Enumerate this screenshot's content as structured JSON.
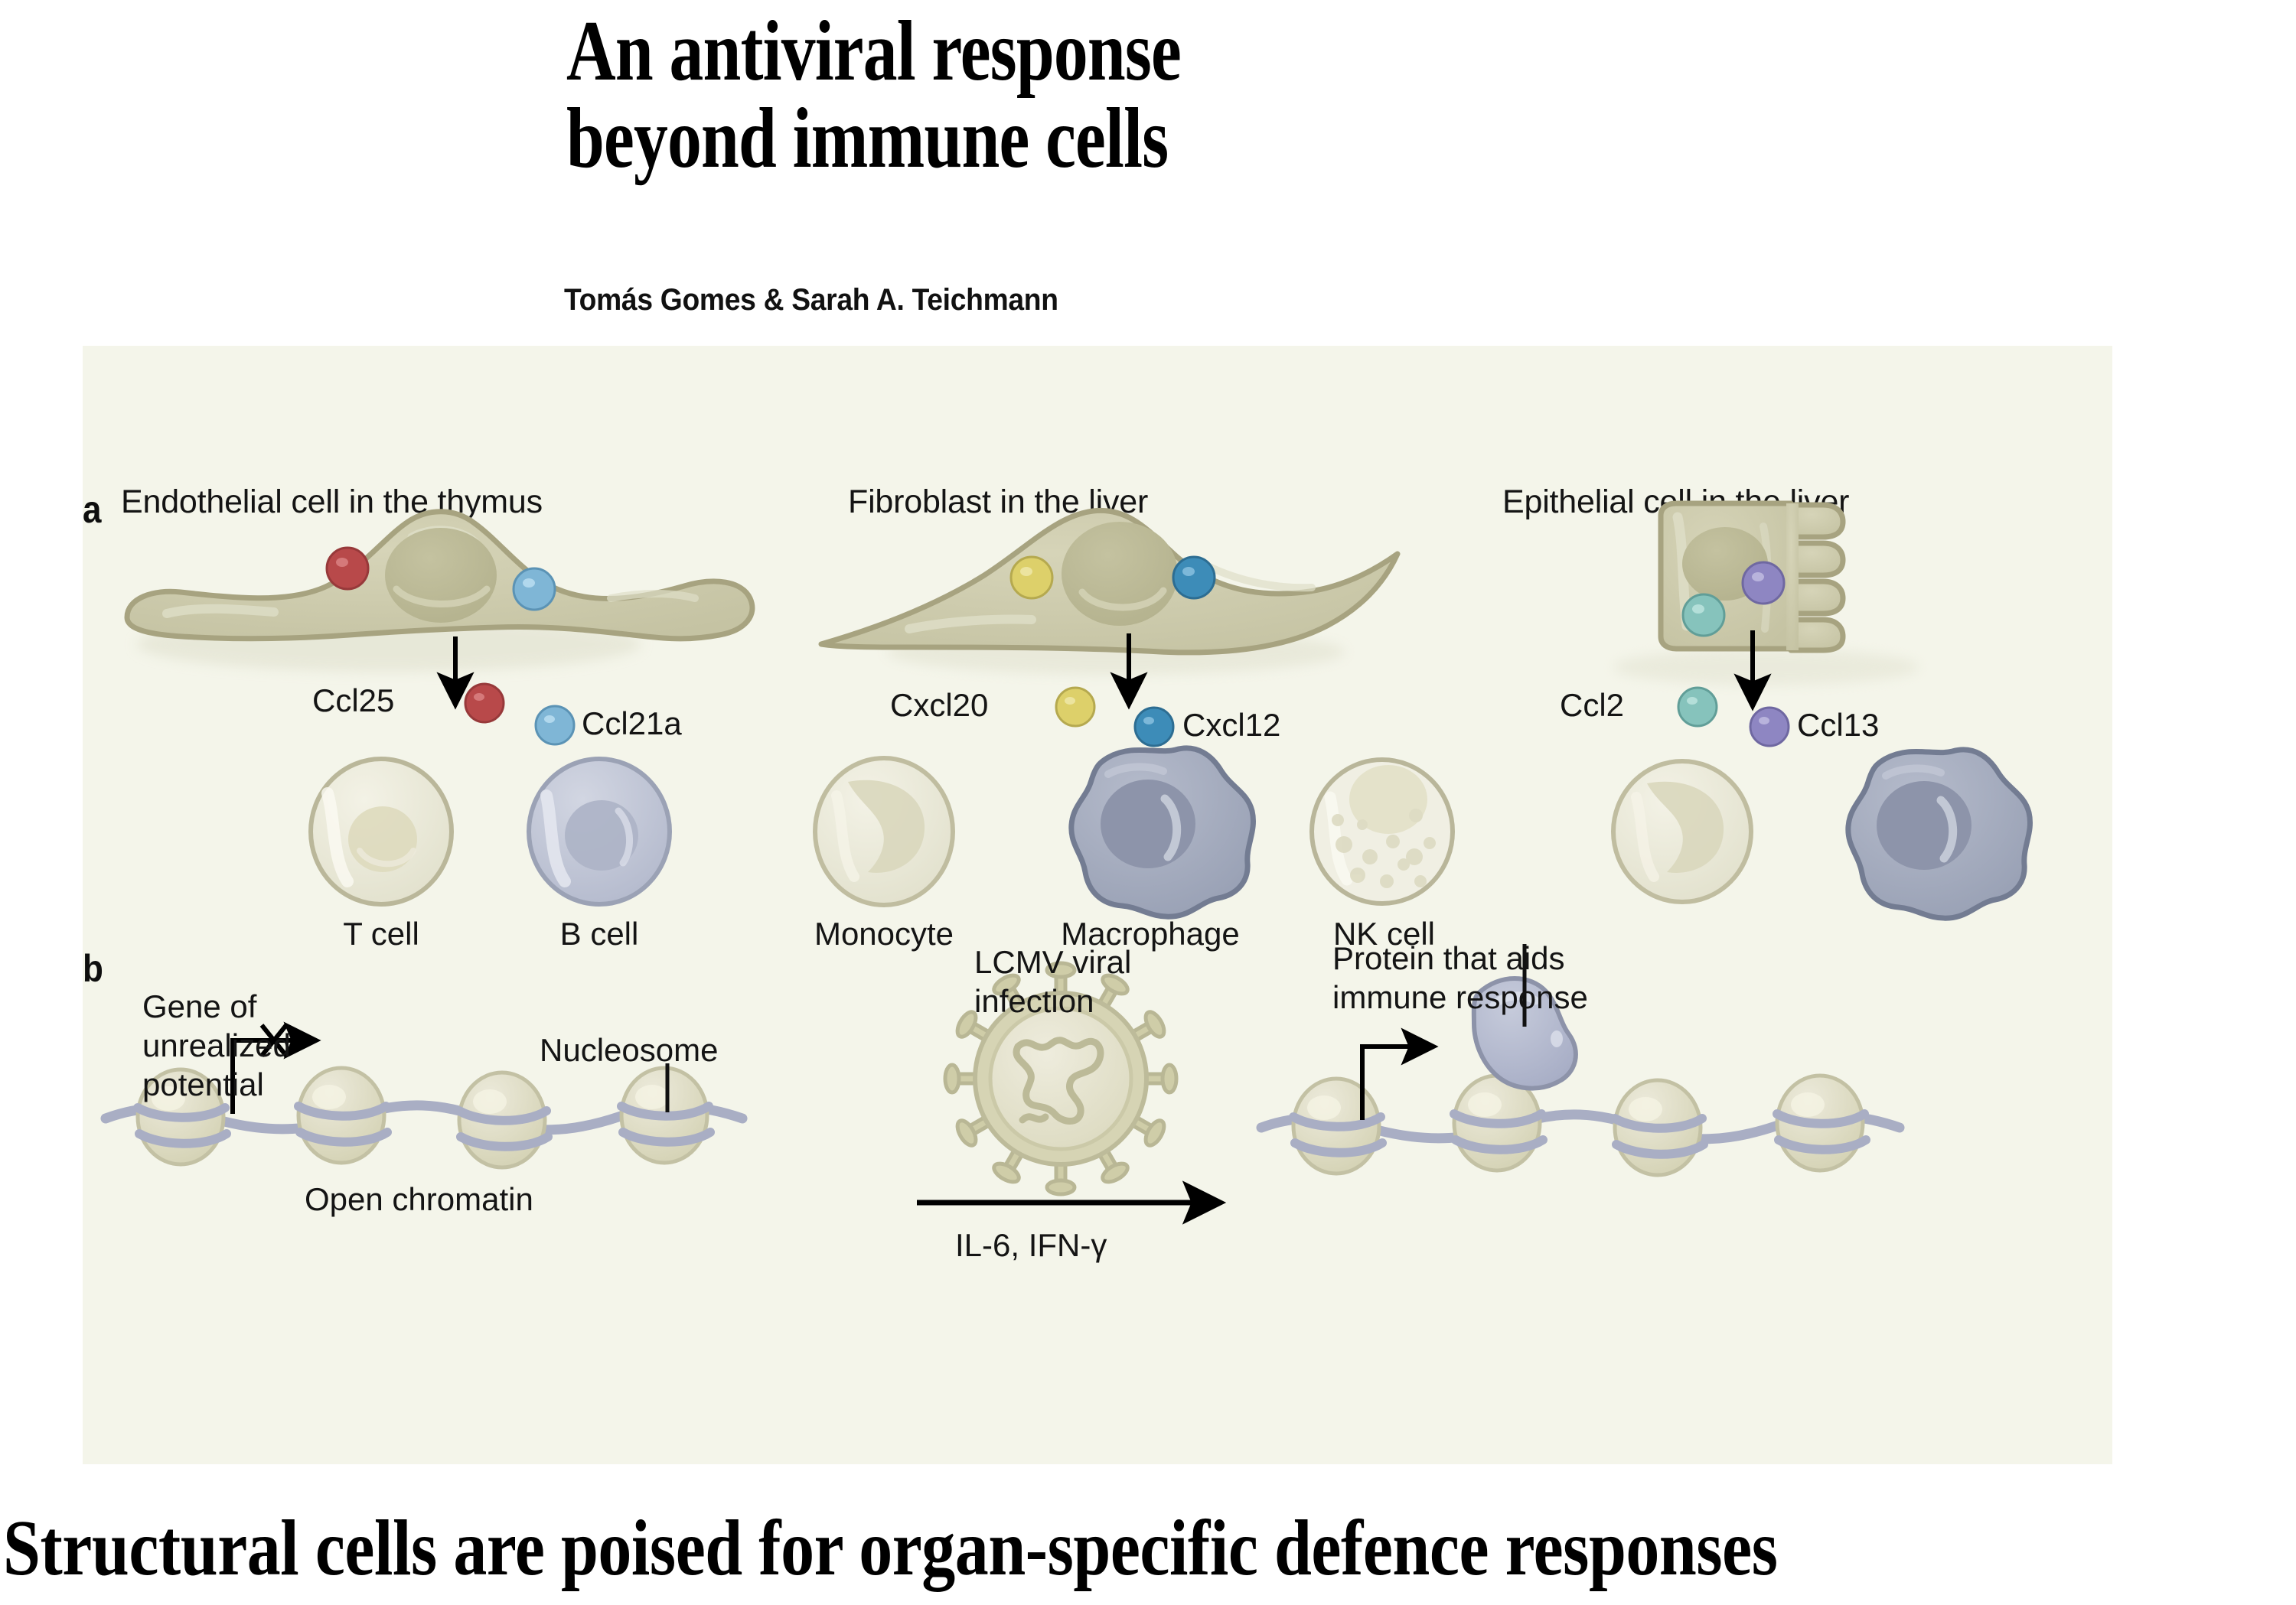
{
  "article": {
    "headline_line1": "An antiviral response",
    "headline_line2": "beyond immune cells",
    "byline": "Tomás Gomes & Sarah A. Teichmann",
    "bottom_caption": "Structural cells are poised for organ-specific defence responses"
  },
  "figure": {
    "background_color": "#f4f5ea",
    "panel_a": {
      "letter": "a",
      "columns": [
        {
          "title": "Endothelial cell in the thymus",
          "cell_type": "endothelial",
          "chemokines": [
            {
              "name": "Ccl25",
              "color": "#b8494a",
              "side": "left"
            },
            {
              "name": "Ccl21a",
              "color": "#7fb6d6",
              "side": "right"
            }
          ],
          "immune_cells": [
            {
              "name": "T cell",
              "color": "#e9e8d8",
              "labeled": true
            },
            {
              "name": "B cell",
              "color": "#c3c7d6",
              "labeled": true
            }
          ]
        },
        {
          "title": "Fibroblast in the liver",
          "cell_type": "fibroblast",
          "chemokines": [
            {
              "name": "Cxcl20",
              "color": "#ddd06a",
              "side": "left"
            },
            {
              "name": "Cxcl12",
              "color": "#3d8cb8",
              "side": "right"
            }
          ],
          "immune_cells": [
            {
              "name": "Monocyte",
              "color": "#e2e0cf",
              "labeled": true
            },
            {
              "name": "Macrophage",
              "color": "#a3abbf",
              "labeled": true
            },
            {
              "name": "NK cell",
              "color": "#eeeee2",
              "labeled": true
            }
          ]
        },
        {
          "title": "Epithelial cell in the liver",
          "cell_type": "epithelial",
          "chemokines": [
            {
              "name": "Ccl2",
              "color": "#86c3bc",
              "side": "left"
            },
            {
              "name": "Ccl13",
              "color": "#8e86c2",
              "side": "right"
            }
          ],
          "immune_cells": [
            {
              "name": "",
              "color": "#e2e0cf",
              "labeled": false
            },
            {
              "name": "",
              "color": "#a3abbf",
              "labeled": false
            }
          ]
        }
      ]
    },
    "panel_b": {
      "letter": "b",
      "left_labels": {
        "gene": "Gene of\nunrealized\npotential",
        "gene_line1": "Gene of",
        "gene_line2": "unrealized",
        "gene_line3": "potential",
        "nucleosome": "Nucleosome",
        "chromatin": "Open chromatin"
      },
      "middle": {
        "virus_title_line1": "LCMV viral",
        "virus_title_line2": "infection",
        "arrow_label": "IL-6, IFN-γ"
      },
      "right_labels": {
        "protein_line1": "Protein that aids",
        "protein_line2": "immune response"
      },
      "nucleosome_count_left": 4,
      "nucleosome_count_right": 4
    }
  },
  "palette": {
    "cell_body": "#cbc9aa",
    "cell_outline": "#a7a380",
    "nucleus": "#bcba98",
    "dna_strand": "#a9aec4",
    "nucleosome": "#dedcc0",
    "protein_blob": "#b4b9cd",
    "panel_bg": "#f4f5ea",
    "page_bg": "#ffffff",
    "text": "#141414"
  }
}
